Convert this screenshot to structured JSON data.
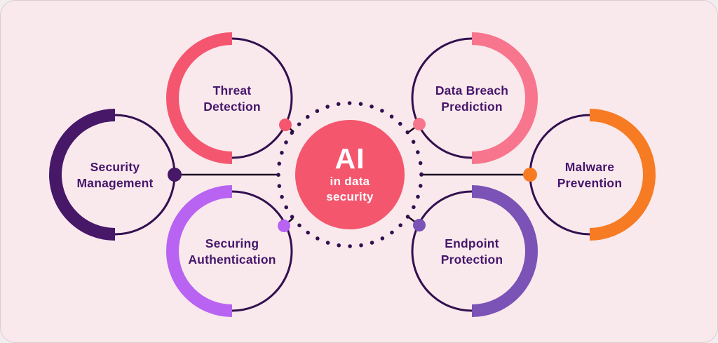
{
  "center": {
    "title": "AI",
    "subtitle_line1": "in data",
    "subtitle_line2": "security",
    "color": "#F4566E"
  },
  "nodes": [
    {
      "id": "security-management",
      "line1": "Security",
      "line2": "Management",
      "color": "#471768",
      "arc_side": "left"
    },
    {
      "id": "threat-detection",
      "line1": "Threat",
      "line2": "Detection",
      "color": "#F5566F",
      "arc_side": "left"
    },
    {
      "id": "data-breach-prediction",
      "line1": "Data Breach",
      "line2": "Prediction",
      "color": "#F7758D",
      "arc_side": "right"
    },
    {
      "id": "malware-prevention",
      "line1": "Malware",
      "line2": "Prevention",
      "color": "#F77B22",
      "arc_side": "right"
    },
    {
      "id": "securing-authentication",
      "line1": "Securing",
      "line2": "Authentication",
      "color": "#B863F2",
      "arc_side": "left"
    },
    {
      "id": "endpoint-protection",
      "line1": "Endpoint",
      "line2": "Protection",
      "color": "#7B52B5",
      "arc_side": "right"
    }
  ],
  "colors": {
    "page_background": "#f2eef0",
    "card_background": "#FAE9EC",
    "card_border": "#d9cdd0",
    "circle_outline": "#321050",
    "dotted_ring": "#321050",
    "connector_line": "#17081F",
    "label_text": "#46166B",
    "center_text": "#FFFFFF"
  }
}
